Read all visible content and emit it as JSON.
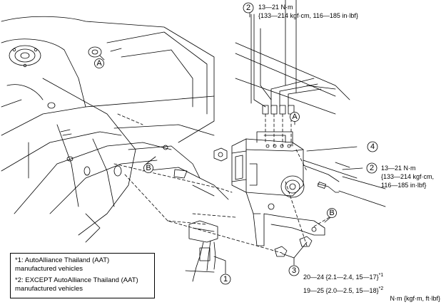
{
  "callouts": {
    "c1": "1",
    "c2_top": "2",
    "c2_right": "2",
    "c3": "3",
    "c4": "4",
    "a_top": "A",
    "a_mid": "A",
    "b_left": "B",
    "b_right": "B"
  },
  "torque": {
    "top_line1": "13—21 N·m",
    "top_line2": "{133—214 kgf·cm, 116—185 in·lbf}",
    "right_line1": "13—21 N·m",
    "right_line2": "{133—214 kgf·cm,",
    "right_line3": "116—185 in·lbf}",
    "bottom_line1": "20—24 {2.1—2.4, 15—17}",
    "bottom_line1_sup": "*1",
    "bottom_line2": "19—25 {2.0—2.5, 15—18}",
    "bottom_line2_sup": "*2"
  },
  "footnotes": {
    "note1_line1": "*1: AutoAlliance Thailand (AAT)",
    "note1_line2": "manufactured vehicles",
    "note2_line1": "*2: EXCEPT AutoAlliance Thailand (AAT)",
    "note2_line2": "manufactured vehicles"
  },
  "units": "N·m {kgf·m, ft·lbf}"
}
